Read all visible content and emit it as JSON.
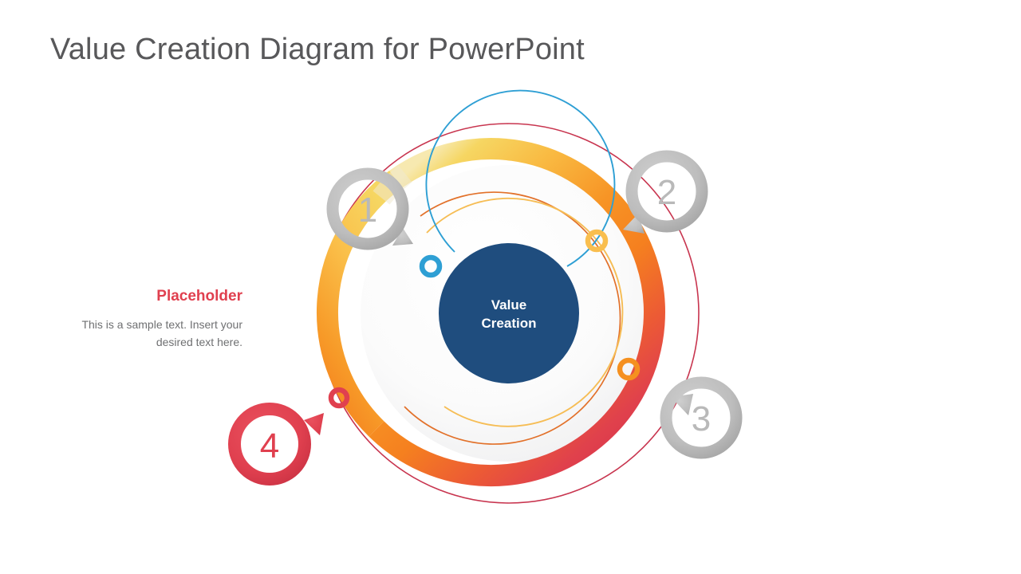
{
  "slide": {
    "title": "Value Creation Diagram for PowerPoint",
    "background_color": "#ffffff"
  },
  "text_block": {
    "heading": "Placeholder",
    "heading_color": "#e0404f",
    "body": "This is a sample text. Insert your desired text here.",
    "body_color": "#6f7072"
  },
  "diagram": {
    "type": "concentric-ring-value-creation",
    "center": {
      "label_line1": "Value",
      "label_line2": "Creation",
      "fill_color": "#1f4d7e",
      "text_color": "#ffffff"
    },
    "rings": [
      {
        "name": "outer-thin-red-circle",
        "color": "#c8354f",
        "style": "thin"
      },
      {
        "name": "thick-gradient-band",
        "gradient_from": "#f6d14e",
        "gradient_mid": "#f5901f",
        "gradient_to": "#df3b4d",
        "style": "thick"
      },
      {
        "name": "thin-orange-arc",
        "color": "#e2712a",
        "style": "thin"
      },
      {
        "name": "thin-amber-arc",
        "color": "#f6bd55",
        "style": "thin"
      },
      {
        "name": "thin-blue-arc",
        "color": "#2e9fd4",
        "style": "thin"
      }
    ],
    "markers": [
      {
        "id": 1,
        "number": "1",
        "color": "#b9b9b9",
        "active": false
      },
      {
        "id": 2,
        "number": "2",
        "color": "#b9b9b9",
        "active": false
      },
      {
        "id": 3,
        "number": "3",
        "color": "#b9b9b9",
        "active": false
      },
      {
        "id": 4,
        "number": "4",
        "color": "#e0404f",
        "active": true
      }
    ],
    "dots": [
      {
        "name": "blue-dot",
        "color": "#2e9fd4"
      },
      {
        "name": "amber-dot",
        "color": "#f9be4e"
      },
      {
        "name": "orange-dot",
        "color": "#f5901f"
      },
      {
        "name": "red-dot",
        "color": "#e0404f"
      }
    ]
  }
}
